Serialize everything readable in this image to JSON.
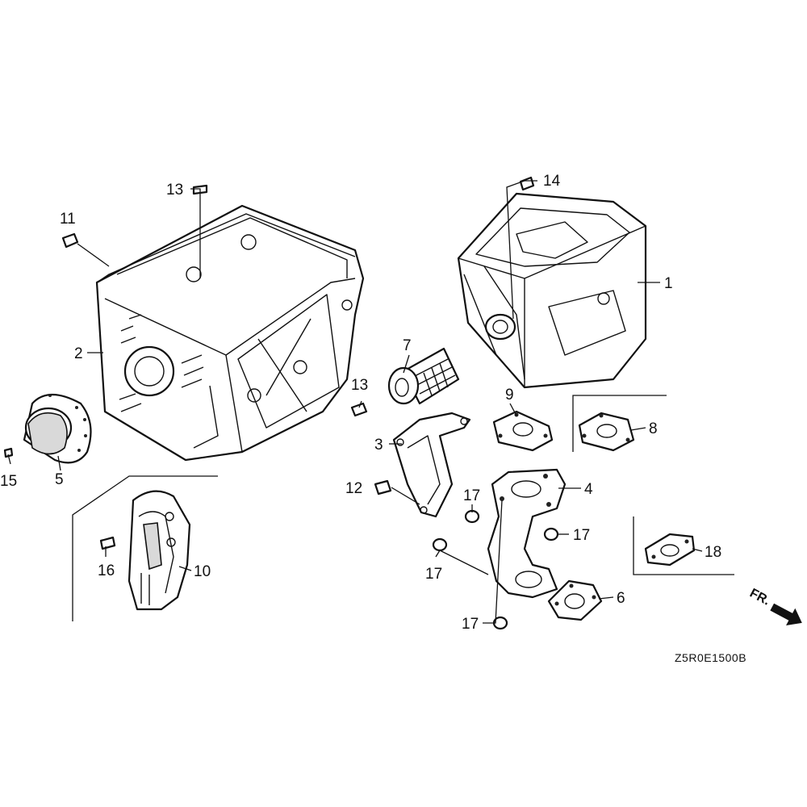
{
  "diagram_code": "Z5R0E1500B",
  "direction_marker": "FR.",
  "callouts": [
    {
      "id": "c1",
      "label": "1"
    },
    {
      "id": "c2",
      "label": "2"
    },
    {
      "id": "c3",
      "label": "3"
    },
    {
      "id": "c4",
      "label": "4"
    },
    {
      "id": "c5",
      "label": "5"
    },
    {
      "id": "c6",
      "label": "6"
    },
    {
      "id": "c7",
      "label": "7"
    },
    {
      "id": "c8",
      "label": "8"
    },
    {
      "id": "c9",
      "label": "9"
    },
    {
      "id": "c10",
      "label": "10"
    },
    {
      "id": "c11",
      "label": "11"
    },
    {
      "id": "c12",
      "label": "12"
    },
    {
      "id": "c13a",
      "label": "13"
    },
    {
      "id": "c13b",
      "label": "13"
    },
    {
      "id": "c14",
      "label": "14"
    },
    {
      "id": "c15",
      "label": "15"
    },
    {
      "id": "c16",
      "label": "16"
    },
    {
      "id": "c17a",
      "label": "17"
    },
    {
      "id": "c17b",
      "label": "17"
    },
    {
      "id": "c17c",
      "label": "17"
    },
    {
      "id": "c17d",
      "label": "17"
    },
    {
      "id": "c18",
      "label": "18"
    }
  ]
}
